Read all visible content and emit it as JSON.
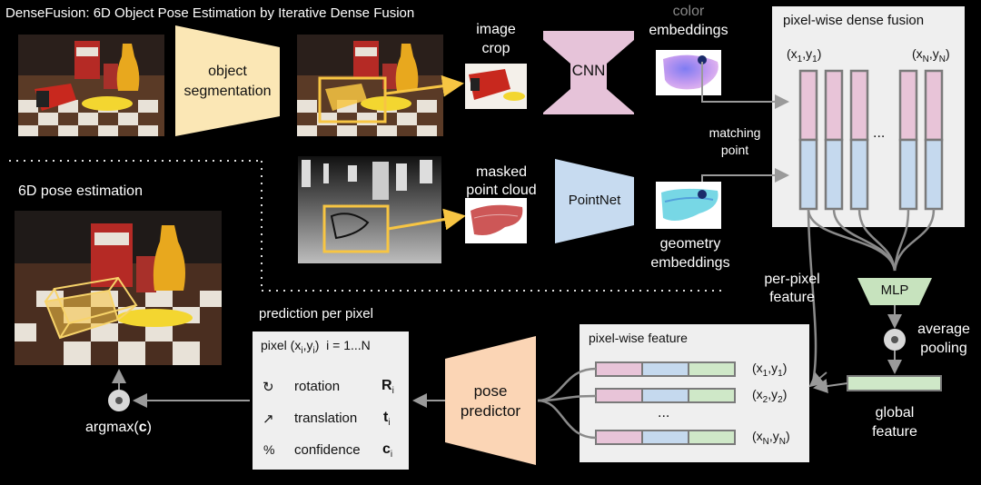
{
  "title": "DenseFusion: 6D Object Pose Estimation by Iterative Dense Fusion",
  "labels": {
    "object_segmentation_1": "object",
    "object_segmentation_2": "segmentation",
    "image_crop_1": "image",
    "image_crop_2": "crop",
    "cnn": "CNN",
    "color_emb_1": "color",
    "color_emb_2": "embeddings",
    "dense_fusion_title": "pixel-wise dense fusion",
    "matching_point_1": "matching",
    "matching_point_2": "point",
    "masked_pc_1": "masked",
    "masked_pc_2": "point cloud",
    "pointnet": "PointNet",
    "geom_emb_1": "geometry",
    "geom_emb_2": "embeddings",
    "pose_estimation": "6D pose estimation",
    "per_pixel_feature_1": "per-pixel",
    "per_pixel_feature_2": "feature",
    "mlp": "MLP",
    "average_pooling_1": "average",
    "average_pooling_2": "pooling",
    "global_feature_1": "global",
    "global_feature_2": "feature",
    "prediction_per_pixel": "prediction per pixel",
    "pixelwise_feature": "pixel-wise feature",
    "pose_predictor_1": "pose",
    "pose_predictor_2": "predictor",
    "argmax": "argmax(",
    "argmax_c": "c",
    "argmax_close": ")",
    "dots": "..."
  },
  "fusion_coords": {
    "first": {
      "x": "x",
      "y": "y",
      "xs": "1",
      "ys": "1"
    },
    "last": {
      "x": "x",
      "y": "y",
      "xs": "N",
      "ys": "N"
    }
  },
  "pixel_box": {
    "header_pre": "pixel (x",
    "header_xs": "i",
    "header_mid": ",y",
    "header_ys": "i",
    "header_post": ")  i = 1...N",
    "rows": [
      {
        "icon": "↻",
        "label": "rotation",
        "sym": "R",
        "sub": "i"
      },
      {
        "icon": "↗",
        "label": "translation",
        "sym": "t",
        "sub": "i"
      },
      {
        "icon": "%",
        "label": "confidence",
        "sym": "c",
        "sub": "i"
      }
    ]
  },
  "feature_rows": [
    {
      "x": "x",
      "xs": "1",
      "y": "y",
      "ys": "1"
    },
    {
      "x": "x",
      "xs": "2",
      "y": "y",
      "ys": "2"
    },
    {
      "x": "x",
      "xs": "N",
      "y": "y",
      "ys": "N"
    }
  ],
  "colors": {
    "segmentation_fill": "#fbe7b5",
    "cnn_fill": "#e6c3d9",
    "pointnet_fill": "#c7dbf0",
    "panel_fill": "#efefef",
    "pink_cell": "#e8c4d8",
    "blue_cell": "#c5d9ee",
    "green_cell": "#cfe8c8",
    "mlp_fill": "#c7e3be",
    "pose_fill": "#fbd5b5",
    "highlight": "#f7c543"
  }
}
